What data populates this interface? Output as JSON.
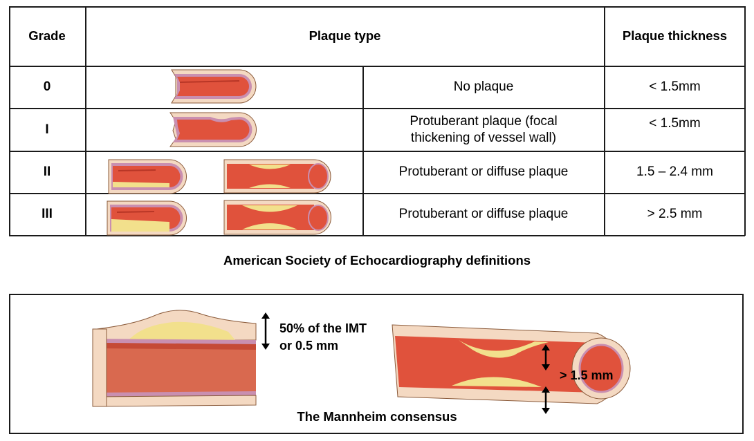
{
  "table": {
    "headers": {
      "grade": "Grade",
      "plaque_type": "Plaque type",
      "thickness": "Plaque thickness"
    },
    "rows": [
      {
        "grade": "0",
        "description": "No plaque",
        "thickness": "< 1.5mm"
      },
      {
        "grade": "I",
        "description_line1": "Protuberant plaque (focal",
        "description_line2": "thickening of vessel wall)",
        "thickness": "< 1.5mm"
      },
      {
        "grade": "II",
        "description": "Protuberant or diffuse plaque",
        "thickness": "1.5 – 2.4 mm"
      },
      {
        "grade": "III",
        "description": "Protuberant or diffuse plaque",
        "thickness": "> 2.5 mm"
      }
    ]
  },
  "asecho_caption": "American Society of Echocardiography definitions",
  "mannheim": {
    "imt_label_line1": "50% of the IMT",
    "imt_label_line2": "or 0.5 mm",
    "thickness_label": "> 1.5 mm",
    "caption": "The Mannheim consensus"
  },
  "colors": {
    "lumen": "#e0523c",
    "lumen_dark": "#b83626",
    "wall": "#f4d9c2",
    "media": "#c98fb0",
    "plaque": "#f2e08c",
    "border": "#1a1a1a"
  }
}
